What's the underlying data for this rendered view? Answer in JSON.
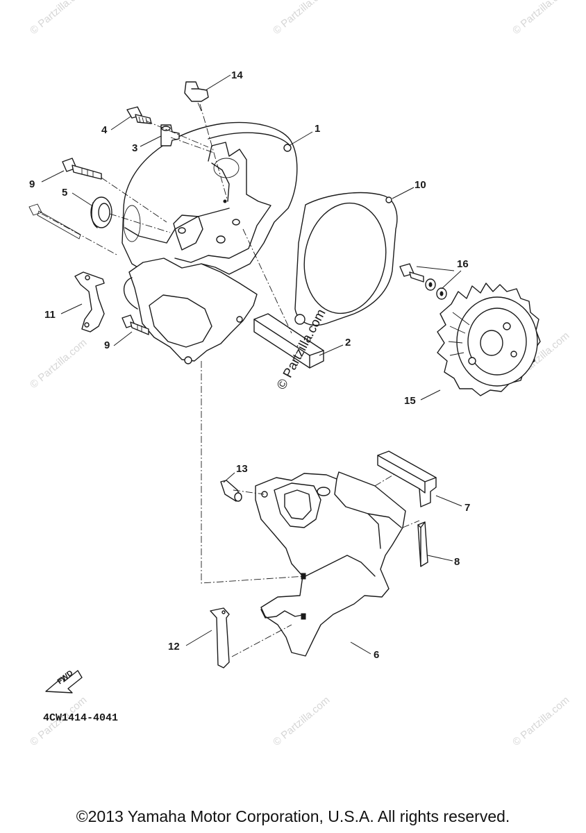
{
  "callouts": [
    {
      "id": "1",
      "label": "1"
    },
    {
      "id": "2",
      "label": "2"
    },
    {
      "id": "3",
      "label": "3"
    },
    {
      "id": "4",
      "label": "4"
    },
    {
      "id": "5",
      "label": "5"
    },
    {
      "id": "6",
      "label": "6"
    },
    {
      "id": "7",
      "label": "7"
    },
    {
      "id": "8",
      "label": "8"
    },
    {
      "id": "9a",
      "label": "9"
    },
    {
      "id": "9b",
      "label": "9"
    },
    {
      "id": "10",
      "label": "10"
    },
    {
      "id": "11",
      "label": "11"
    },
    {
      "id": "12",
      "label": "12"
    },
    {
      "id": "13",
      "label": "13"
    },
    {
      "id": "14",
      "label": "14"
    },
    {
      "id": "15",
      "label": "15"
    },
    {
      "id": "16",
      "label": "16"
    }
  ],
  "fwd_label": "FWD",
  "reference_code": "4CW1414-4041",
  "center_mark": "© Partzilla.com",
  "watermark_text": "© Partzilla.com",
  "copyright": "©2013 Yamaha Motor Corporation, U.S.A. All rights reserved.",
  "colors": {
    "ink": "#1a1a1a",
    "watermark": "#d6d6d6",
    "background": "#ffffff"
  }
}
